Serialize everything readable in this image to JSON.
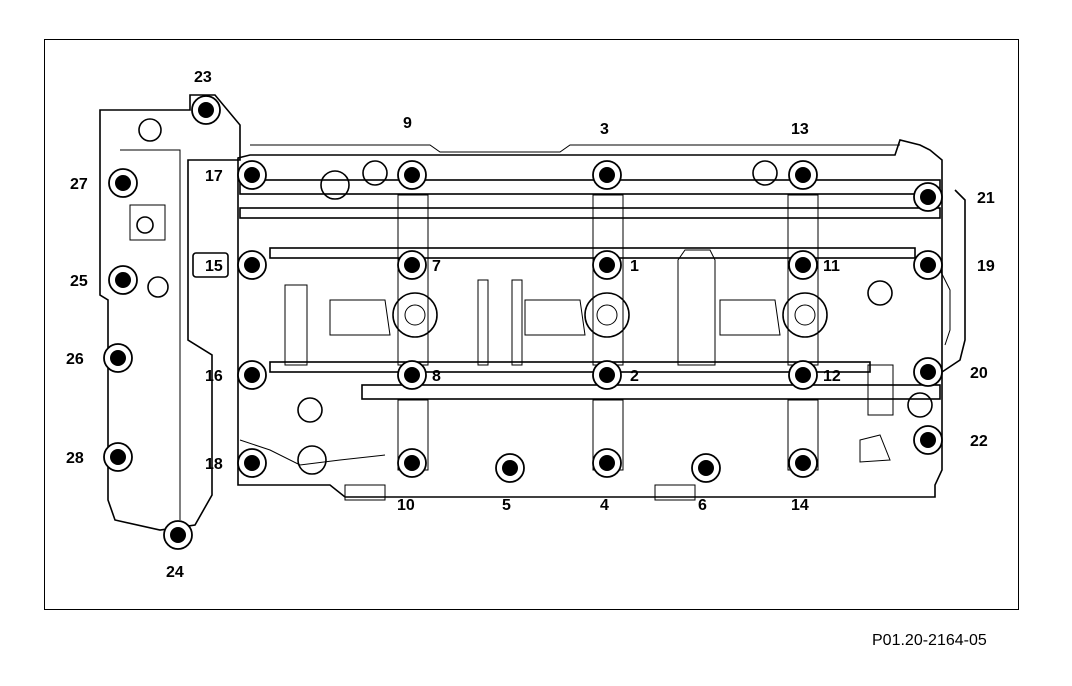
{
  "figure_code": "P01.20-2164-05",
  "bolts": [
    {
      "id": "1",
      "label": "1"
    },
    {
      "id": "2",
      "label": "2"
    },
    {
      "id": "3",
      "label": "3"
    },
    {
      "id": "4",
      "label": "4"
    },
    {
      "id": "5",
      "label": "5"
    },
    {
      "id": "6",
      "label": "6"
    },
    {
      "id": "7",
      "label": "7"
    },
    {
      "id": "8",
      "label": "8"
    },
    {
      "id": "9",
      "label": "9"
    },
    {
      "id": "10",
      "label": "10"
    },
    {
      "id": "11",
      "label": "11"
    },
    {
      "id": "12",
      "label": "12"
    },
    {
      "id": "13",
      "label": "13"
    },
    {
      "id": "14",
      "label": "14"
    },
    {
      "id": "15",
      "label": "15"
    },
    {
      "id": "16",
      "label": "16"
    },
    {
      "id": "17",
      "label": "17"
    },
    {
      "id": "18",
      "label": "18"
    },
    {
      "id": "19",
      "label": "19"
    },
    {
      "id": "20",
      "label": "20"
    },
    {
      "id": "21",
      "label": "21"
    },
    {
      "id": "22",
      "label": "22"
    },
    {
      "id": "23",
      "label": "23"
    },
    {
      "id": "24",
      "label": "24"
    },
    {
      "id": "25",
      "label": "25"
    },
    {
      "id": "26",
      "label": "26"
    },
    {
      "id": "27",
      "label": "27"
    },
    {
      "id": "28",
      "label": "28"
    }
  ]
}
